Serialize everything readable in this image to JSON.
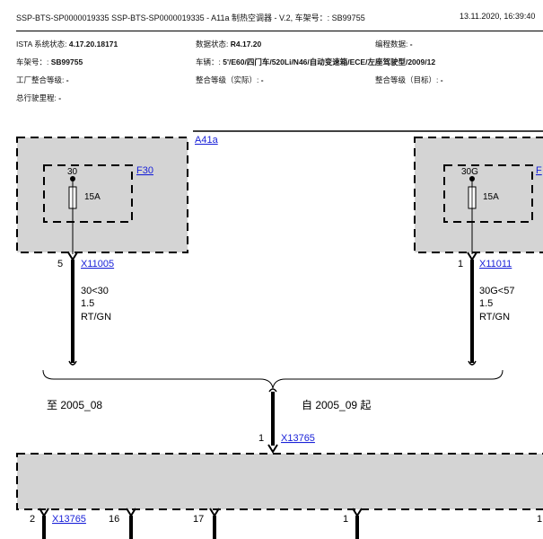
{
  "header": {
    "title": "SSP-BTS-SP0000019335 SSP-BTS-SP0000019335 - A11a 制热空调器 - V.2, 车架号：: SB99755",
    "datetime": "13.11.2020, 16:39:40"
  },
  "info": {
    "ista_label": "ISTA 系统状态:",
    "ista_value": "4.17.20.18171",
    "data_label": "数据状态:",
    "data_value": "R4.17.20",
    "prog_label": "编程数据:",
    "prog_value": "-",
    "vin_label": "车架号：:",
    "vin_value": "SB99755",
    "vehicle_label": "车辆：:",
    "vehicle_value": "5'/E60/四门车/520Li/N46/自动变速箱/ECE/左座驾驶型/2009/12",
    "factory_label": "工厂整合等级:",
    "factory_value": "-",
    "actual_label": "整合等级（实际）:",
    "actual_value": "-",
    "target_label": "整合等级（目标）:",
    "target_value": "-",
    "mileage_label": "总行驶里程:",
    "mileage_value": "-"
  },
  "diagram": {
    "module_top": "A41a",
    "fuse_left_id": "F30",
    "fuse_left_terminal": "30",
    "fuse_left_rating": "15A",
    "fuse_right_id": "F",
    "fuse_right_terminal": "30G",
    "fuse_right_rating": "15A",
    "pin_left": "5",
    "conn_left": "X11005",
    "wire_left": [
      "30<30",
      "1.5",
      "RT/GN"
    ],
    "pin_right": "1",
    "conn_right": "X11011",
    "wire_right": [
      "30G<57",
      "1.5",
      "RT/GN"
    ],
    "label_until": "至 2005_08",
    "label_from": "自 2005_09 起",
    "pin_mid": "1",
    "conn_mid": "X13765",
    "bottom_pins": [
      "2",
      "16",
      "17",
      "1",
      "1"
    ],
    "bottom_conn": "X13765"
  },
  "colors": {
    "module_fill": "#d4d4d4",
    "link": "#1a22d8",
    "wire": "#000000"
  }
}
